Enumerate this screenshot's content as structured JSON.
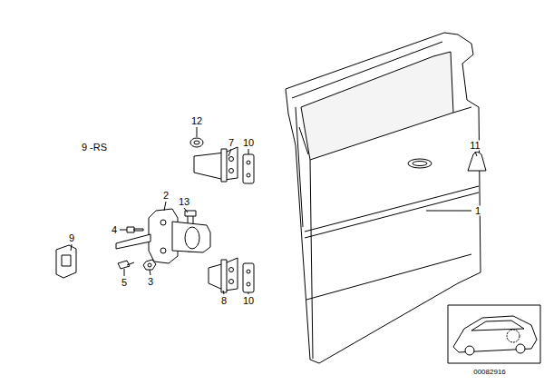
{
  "diagram": {
    "labels": [
      "11",
      "12",
      "7",
      "10",
      "9 -RS",
      "2",
      "13",
      "1",
      "4",
      "9",
      "5",
      "3",
      "8",
      "10",
      "00082916"
    ]
  }
}
